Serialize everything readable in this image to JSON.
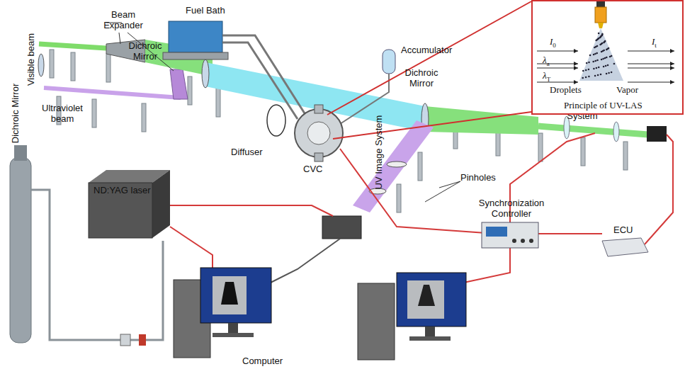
{
  "diagram": {
    "nodes": [
      {
        "text": [
          "I0",
          "λa",
          "λT",
          "It",
          "Droplets",
          "Vapor",
          "Principle of UV-LAS"
        ]
      }
    ],
    "labels": [
      "Dichroic Mirror",
      "Visible beam",
      "Beam Expander",
      "Fuel Bath",
      "Dichroic Mirror",
      "Accumulator",
      "Dichroic Mirror",
      "Ultraviolet beam",
      "Diffuser",
      "CVC",
      "UV Image System",
      "Visible Image System",
      "Pinholes",
      "Synchronization Controller",
      "ND:YAG laser",
      "ECU",
      "Computer"
    ]
  }
}
